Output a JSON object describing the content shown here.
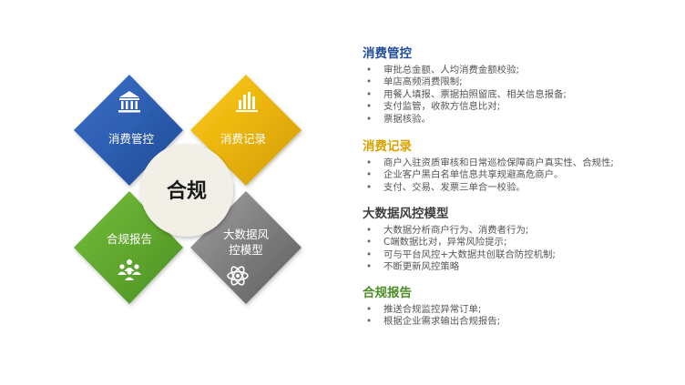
{
  "diagram": {
    "center_label": "合规",
    "quadrants": [
      {
        "label": "消费管控",
        "icon": "bank-icon",
        "color": "#2b5cae"
      },
      {
        "label": "消费记录",
        "icon": "bar-chart-icon",
        "color": "#e8b600"
      },
      {
        "label": "合规报告",
        "icon": "people-icon",
        "color": "#5fa72f"
      },
      {
        "label_lines": [
          "大数据风",
          "控模型"
        ],
        "icon": "atom-icon",
        "color": "#7a7a7a"
      }
    ]
  },
  "sections": [
    {
      "title": "消费管控",
      "color": "#1f4e9b",
      "items": [
        "审批总金额、人均消费金额校验;",
        "单店高频消费限制;",
        "用餐人填报、票据拍照留底、相关信息报备;",
        "支付监管，收款方信息比对;",
        "票据核验。"
      ]
    },
    {
      "title": "消费记录",
      "color": "#d9a100",
      "items": [
        "商户入驻资质审核和日常巡检保障商户真实性、合规性;",
        "企业客户黑白名单信息共享规避高危商户。",
        "支付、交易、发票三单合一校验。"
      ]
    },
    {
      "title": "大数据风控模型",
      "color": "#404040",
      "items": [
        "大数据分析商户行为、消费者行为;",
        "C端数据比对，异常风险提示;",
        "可与平台风控+大数据共创联合防控机制;",
        "不断更新风控策略"
      ]
    },
    {
      "title": "合规报告",
      "color": "#4e8f25",
      "items": [
        "推送合规监控异常订单;",
        "根据企业需求输出合规报告;"
      ]
    }
  ]
}
